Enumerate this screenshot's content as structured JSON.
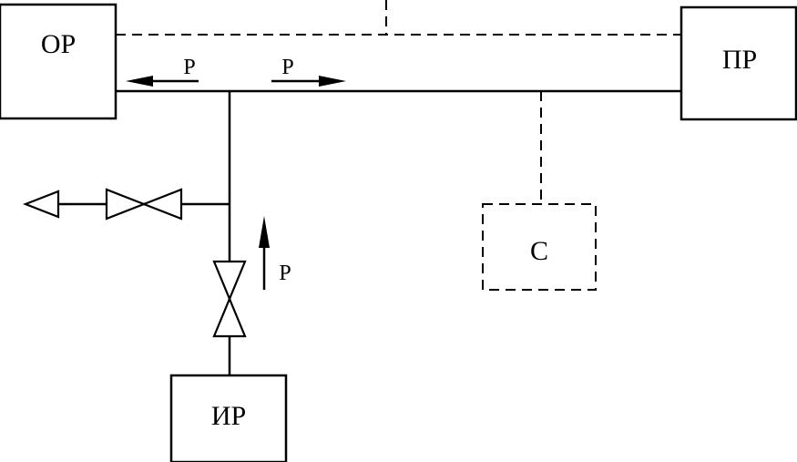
{
  "blocks": {
    "op": "ОР",
    "pr": "ПР",
    "ir": "ИР",
    "s": "С"
  },
  "flow": {
    "left": "Р",
    "right": "Р",
    "up": "Р"
  }
}
